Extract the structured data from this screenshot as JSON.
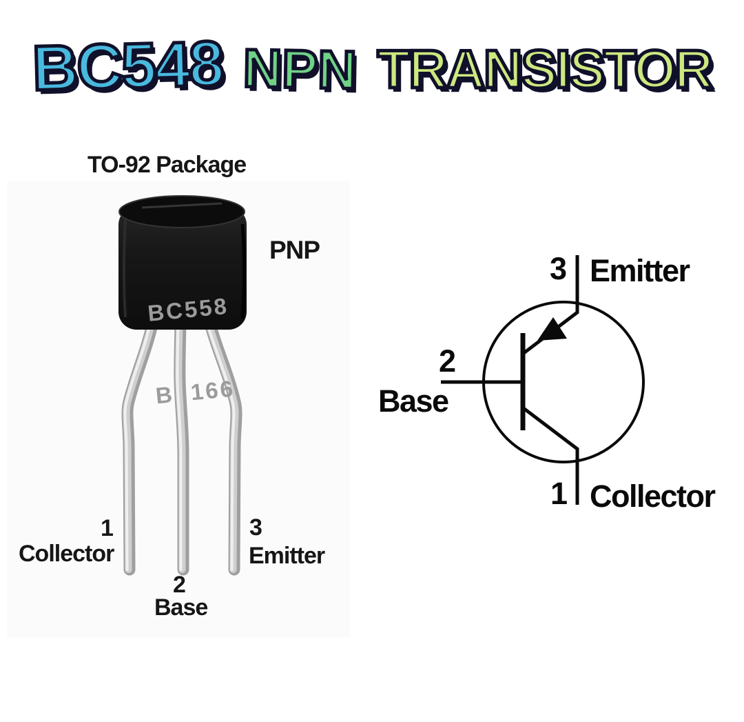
{
  "title": {
    "part": "BC548",
    "type": "NPN",
    "component": "TRANSISTOR"
  },
  "theme": {
    "part_color": "#49b9de",
    "npn_color": "#70d287",
    "transistor_color": "#cde87f",
    "outline_color": "#10102a",
    "label_color": "#161616",
    "symbol_color": "#0a0a0a",
    "marking_color": "#9b9b9b"
  },
  "photo": {
    "package_label": "TO-92 Package",
    "polarity_label": "PNP",
    "body_marking": {
      "line1": "BC558",
      "line2": "B  166"
    },
    "pins": [
      {
        "number": "1",
        "name": "Collector"
      },
      {
        "number": "2",
        "name": "Base"
      },
      {
        "number": "3",
        "name": "Emitter"
      }
    ]
  },
  "symbol": {
    "pins": [
      {
        "number": "3",
        "name": "Emitter",
        "position": "top"
      },
      {
        "number": "2",
        "name": "Base",
        "position": "left"
      },
      {
        "number": "1",
        "name": "Collector",
        "position": "bottom"
      }
    ]
  }
}
